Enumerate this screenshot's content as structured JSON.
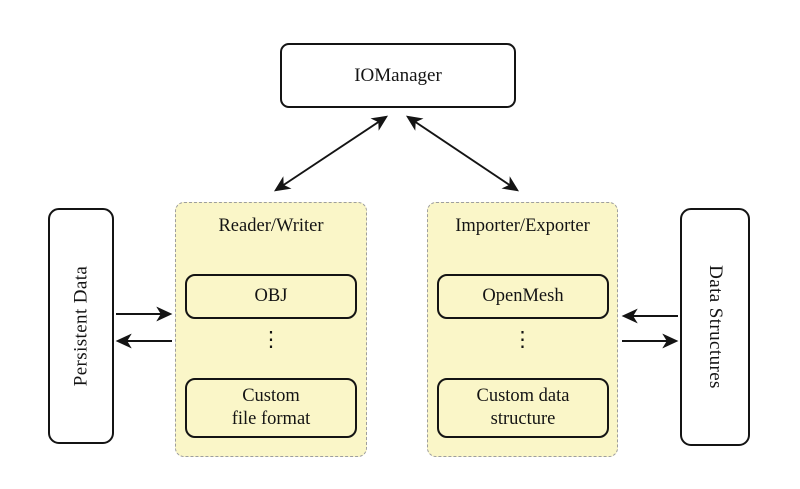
{
  "diagram": {
    "nodes": {
      "iomanager": "IOManager",
      "persistent_data": "Persistent Data",
      "data_structures": "Data Structures"
    },
    "groups": {
      "reader_writer": {
        "title": "Reader/Writer",
        "ellipsis": "⋮",
        "items": [
          {
            "lines": [
              "OBJ"
            ]
          },
          {
            "lines": [
              "Custom",
              "file format"
            ]
          }
        ]
      },
      "importer_exporter": {
        "title": "Importer/Exporter",
        "ellipsis": "⋮",
        "items": [
          {
            "lines": [
              "OpenMesh"
            ]
          },
          {
            "lines": [
              "Custom data",
              "structure"
            ]
          }
        ]
      }
    },
    "arrows": [
      {
        "name": "iomanager-reader-writer",
        "direction": "bidirectional"
      },
      {
        "name": "iomanager-importer-exporter",
        "direction": "bidirectional"
      },
      {
        "name": "persistent-data-to-reader-writer",
        "direction": "right"
      },
      {
        "name": "reader-writer-to-persistent-data",
        "direction": "left"
      },
      {
        "name": "data-structures-to-importer-exporter",
        "direction": "left"
      },
      {
        "name": "importer-exporter-to-data-structures",
        "direction": "right"
      }
    ],
    "colors": {
      "group_fill": "#faf6c8",
      "group_dash_border": "#9e9e9e",
      "stroke": "#141414",
      "background": "#ffffff"
    }
  }
}
